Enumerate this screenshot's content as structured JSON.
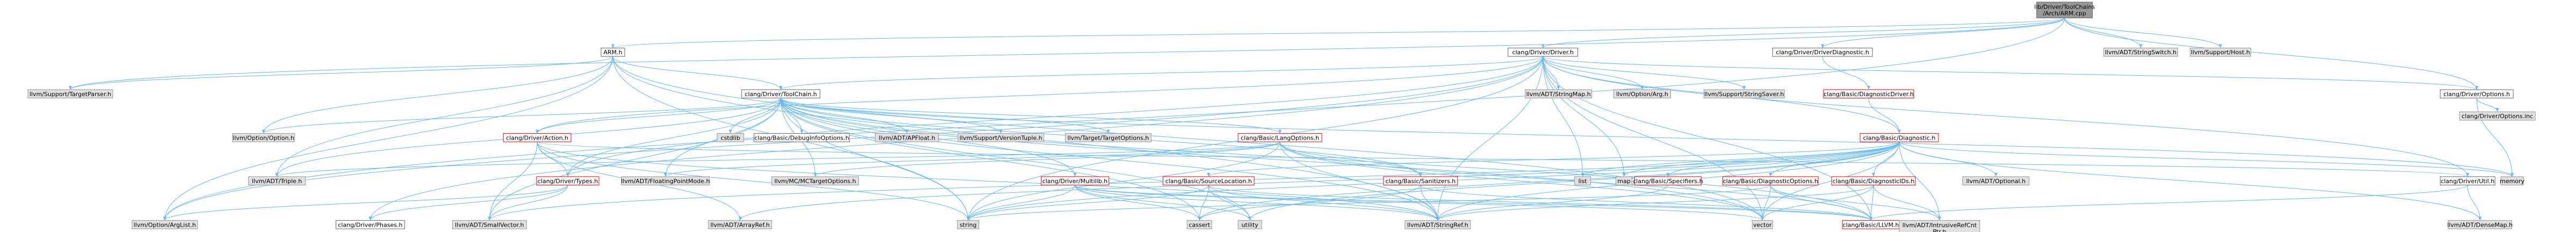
{
  "colors": {
    "root_fill": "#999999",
    "root_stroke": "#666666",
    "local_fill": "#ffffff",
    "local_stroke": "#ff0000",
    "leaf_fill": "#ffffff",
    "leaf_stroke": "#666666",
    "external_fill": "#e0e0e0",
    "external_stroke": "#999999",
    "edge": "#63b8ff",
    "text": "#000000"
  },
  "nodes": [
    {
      "id": "root",
      "label": "lib/Driver/ToolChains/Arch/ARM.cpp",
      "lines": [
        "lib/Driver/ToolChains",
        "/Arch/ARM.cpp"
      ],
      "kind": "root"
    },
    {
      "id": "arm_h",
      "label": "ARM.h",
      "kind": "leaf"
    },
    {
      "id": "driver_h",
      "label": "clang/Driver/Driver.h",
      "kind": "leaf"
    },
    {
      "id": "driverdiag_h",
      "label": "clang/Driver/DriverDiagnostic.h",
      "kind": "leaf"
    },
    {
      "id": "stringswitch_h",
      "label": "llvm/ADT/StringSwitch.h",
      "kind": "external"
    },
    {
      "id": "host_h",
      "label": "llvm/Support/Host.h",
      "kind": "external"
    },
    {
      "id": "targetparser_h",
      "label": "llvm/Support/TargetParser.h",
      "kind": "external"
    },
    {
      "id": "toolchain_h",
      "label": "clang/Driver/ToolChain.h",
      "kind": "leaf"
    },
    {
      "id": "stringmap_h",
      "label": "llvm/ADT/StringMap.h",
      "kind": "external"
    },
    {
      "id": "arg_h",
      "label": "llvm/Option/Arg.h",
      "kind": "external"
    },
    {
      "id": "stringsaver_h",
      "label": "llvm/Support/StringSaver.h",
      "kind": "external"
    },
    {
      "id": "diagdriver_h",
      "label": "clang/Basic/DiagnosticDriver.h",
      "kind": "local"
    },
    {
      "id": "options_h",
      "label": "clang/Driver/Options.h",
      "kind": "leaf"
    },
    {
      "id": "options_inc",
      "label": "clang/Driver/Options.inc",
      "kind": "external"
    },
    {
      "id": "option_h",
      "label": "llvm/Option/Option.h",
      "kind": "external"
    },
    {
      "id": "action_h",
      "label": "clang/Driver/Action.h",
      "kind": "local"
    },
    {
      "id": "cstdlib",
      "label": "cstdlib",
      "kind": "external"
    },
    {
      "id": "debuginfo_h",
      "label": "clang/Basic/DebugInfoOptions.h",
      "kind": "leaf"
    },
    {
      "id": "apfloat_h",
      "label": "llvm/ADT/APFloat.h",
      "kind": "external"
    },
    {
      "id": "versiontuple_h",
      "label": "llvm/Support/VersionTuple.h",
      "kind": "external"
    },
    {
      "id": "targetoptions_h",
      "label": "llvm/Target/TargetOptions.h",
      "kind": "external"
    },
    {
      "id": "langoptions_h",
      "label": "clang/Basic/LangOptions.h",
      "kind": "local"
    },
    {
      "id": "diagnostic_h",
      "label": "clang/Basic/Diagnostic.h",
      "kind": "local"
    },
    {
      "id": "triple_h",
      "label": "llvm/ADT/Triple.h",
      "kind": "external"
    },
    {
      "id": "types_h",
      "label": "clang/Driver/Types.h",
      "kind": "local"
    },
    {
      "id": "fpmode_h",
      "label": "llvm/ADT/FloatingPointMode.h",
      "kind": "external"
    },
    {
      "id": "mctarget_h",
      "label": "llvm/MC/MCTargetOptions.h",
      "kind": "external"
    },
    {
      "id": "multilib_h",
      "label": "clang/Driver/Multilib.h",
      "kind": "local"
    },
    {
      "id": "sourceloc_h",
      "label": "clang/Basic/SourceLocation.h",
      "kind": "local"
    },
    {
      "id": "sanitizers_h",
      "label": "clang/Basic/Sanitizers.h",
      "kind": "local"
    },
    {
      "id": "specifiers_h",
      "label": "clang/Basic/Specifiers.h",
      "kind": "local"
    },
    {
      "id": "diagoptions_h",
      "label": "clang/Basic/DiagnosticOptions.h",
      "kind": "local"
    },
    {
      "id": "diagids_h",
      "label": "clang/Basic/DiagnosticIDs.h",
      "kind": "local"
    },
    {
      "id": "optional_h",
      "label": "llvm/ADT/Optional.h",
      "kind": "external"
    },
    {
      "id": "util_h",
      "label": "clang/Driver/Util.h",
      "kind": "leaf"
    },
    {
      "id": "memory",
      "label": "memory",
      "kind": "external"
    },
    {
      "id": "list",
      "label": "list",
      "kind": "external"
    },
    {
      "id": "map",
      "label": "map",
      "kind": "external"
    },
    {
      "id": "arglist_h",
      "label": "llvm/Option/ArgList.h",
      "kind": "external"
    },
    {
      "id": "phases_h",
      "label": "clang/Driver/Phases.h",
      "kind": "leaf"
    },
    {
      "id": "smallvector_h",
      "label": "llvm/ADT/SmallVector.h",
      "kind": "external"
    },
    {
      "id": "arrayref_h",
      "label": "llvm/ADT/ArrayRef.h",
      "kind": "external"
    },
    {
      "id": "string",
      "label": "string",
      "kind": "external"
    },
    {
      "id": "cassert",
      "label": "cassert",
      "kind": "external"
    },
    {
      "id": "utility",
      "label": "utility",
      "kind": "external"
    },
    {
      "id": "stringref_h",
      "label": "llvm/ADT/StringRef.h",
      "kind": "external"
    },
    {
      "id": "vector",
      "label": "vector",
      "kind": "external"
    },
    {
      "id": "llvm_h",
      "label": "clang/Basic/LLVM.h",
      "kind": "local"
    },
    {
      "id": "refcnt_h",
      "label": "llvm/ADT/IntrusiveRefCntPtr.h",
      "lines": [
        "llvm/ADT/IntrusiveRefCnt",
        "Ptr.h"
      ],
      "kind": "external"
    },
    {
      "id": "densemap_h",
      "label": "llvm/ADT/DenseMap.h",
      "kind": "external"
    }
  ],
  "edges": [
    [
      "root",
      "arm_h"
    ],
    [
      "root",
      "driver_h"
    ],
    [
      "root",
      "driverdiag_h"
    ],
    [
      "root",
      "options_h"
    ],
    [
      "root",
      "stringswitch_h"
    ],
    [
      "root",
      "arglist_h"
    ],
    [
      "root",
      "host_h"
    ],
    [
      "root",
      "targetparser_h"
    ],
    [
      "arm_h",
      "toolchain_h"
    ],
    [
      "arm_h",
      "stringref_h"
    ],
    [
      "arm_h",
      "triple_h"
    ],
    [
      "arm_h",
      "arglist_h"
    ],
    [
      "arm_h",
      "option_h"
    ],
    [
      "arm_h",
      "targetparser_h"
    ],
    [
      "arm_h",
      "string"
    ],
    [
      "arm_h",
      "vector"
    ],
    [
      "driver_h",
      "diagnostic_h"
    ],
    [
      "driver_h",
      "llvm_h"
    ],
    [
      "driver_h",
      "action_h"
    ],
    [
      "driver_h",
      "options_h"
    ],
    [
      "driver_h",
      "phases_h"
    ],
    [
      "driver_h",
      "toolchain_h"
    ],
    [
      "driver_h",
      "types_h"
    ],
    [
      "driver_h",
      "util_h"
    ],
    [
      "driver_h",
      "stringmap_h"
    ],
    [
      "driver_h",
      "stringref_h"
    ],
    [
      "driver_h",
      "arg_h"
    ],
    [
      "driver_h",
      "arglist_h"
    ],
    [
      "driver_h",
      "stringsaver_h"
    ],
    [
      "driver_h",
      "list"
    ],
    [
      "driver_h",
      "map"
    ],
    [
      "driver_h",
      "string"
    ],
    [
      "driver_h",
      "vector"
    ],
    [
      "driverdiag_h",
      "diagdriver_h"
    ],
    [
      "toolchain_h",
      "debuginfo_h"
    ],
    [
      "toolchain_h",
      "langoptions_h"
    ],
    [
      "toolchain_h",
      "llvm_h"
    ],
    [
      "toolchain_h",
      "sanitizers_h"
    ],
    [
      "toolchain_h",
      "action_h"
    ],
    [
      "toolchain_h",
      "multilib_h"
    ],
    [
      "toolchain_h",
      "types_h"
    ],
    [
      "toolchain_h",
      "apfloat_h"
    ],
    [
      "toolchain_h",
      "fpmode_h"
    ],
    [
      "toolchain_h",
      "smallvector_h"
    ],
    [
      "toolchain_h",
      "stringref_h"
    ],
    [
      "toolchain_h",
      "triple_h"
    ],
    [
      "toolchain_h",
      "mctarget_h"
    ],
    [
      "toolchain_h",
      "option_h"
    ],
    [
      "toolchain_h",
      "versiontuple_h"
    ],
    [
      "toolchain_h",
      "targetoptions_h"
    ],
    [
      "toolchain_h",
      "cassert"
    ],
    [
      "toolchain_h",
      "cstdlib"
    ],
    [
      "toolchain_h",
      "memory"
    ],
    [
      "toolchain_h",
      "string"
    ],
    [
      "toolchain_h",
      "utility"
    ],
    [
      "toolchain_h",
      "vector"
    ],
    [
      "diagdriver_h",
      "diagnostic_h"
    ],
    [
      "options_h",
      "options_inc"
    ],
    [
      "options_h",
      "memory"
    ],
    [
      "action_h",
      "types_h"
    ],
    [
      "action_h",
      "util_h"
    ],
    [
      "action_h",
      "arrayref_h"
    ],
    [
      "action_h",
      "stringref_h"
    ],
    [
      "action_h",
      "smallvector_h"
    ],
    [
      "action_h",
      "string"
    ],
    [
      "langoptions_h",
      "llvm_h"
    ],
    [
      "langoptions_h",
      "sanitizers_h"
    ],
    [
      "langoptions_h",
      "triple_h"
    ],
    [
      "langoptions_h",
      "fpmode_h"
    ],
    [
      "langoptions_h",
      "stringref_h"
    ],
    [
      "langoptions_h",
      "mctarget_h"
    ],
    [
      "langoptions_h",
      "string"
    ],
    [
      "langoptions_h",
      "vector"
    ],
    [
      "diagnostic_h",
      "diagids_h"
    ],
    [
      "diagnostic_h",
      "diagoptions_h"
    ],
    [
      "diagnostic_h",
      "sourceloc_h"
    ],
    [
      "diagnostic_h",
      "specifiers_h"
    ],
    [
      "diagnostic_h",
      "arrayref_h"
    ],
    [
      "diagnostic_h",
      "densemap_h"
    ],
    [
      "diagnostic_h",
      "refcnt_h"
    ],
    [
      "diagnostic_h",
      "optional_h"
    ],
    [
      "diagnostic_h",
      "smallvector_h"
    ],
    [
      "diagnostic_h",
      "stringref_h"
    ],
    [
      "diagnostic_h",
      "cassert"
    ],
    [
      "diagnostic_h",
      "cstdint",
      "skip"
    ],
    [
      "diagnostic_h",
      "limits",
      "skip"
    ],
    [
      "diagnostic_h",
      "list"
    ],
    [
      "diagnostic_h",
      "map"
    ],
    [
      "diagnostic_h",
      "memory"
    ],
    [
      "diagnostic_h",
      "string"
    ],
    [
      "diagnostic_h",
      "utility"
    ],
    [
      "diagnostic_h",
      "vector"
    ],
    [
      "types_h",
      "phases_h"
    ],
    [
      "types_h",
      "smallvector_h"
    ],
    [
      "types_h",
      "arglist_h"
    ],
    [
      "multilib_h",
      "llvm_h"
    ],
    [
      "multilib_h",
      "stringmap_h",
      "skip"
    ],
    [
      "multilib_h",
      "stringref_h"
    ],
    [
      "multilib_h",
      "cassert"
    ],
    [
      "multilib_h",
      "string"
    ],
    [
      "multilib_h",
      "utility"
    ],
    [
      "multilib_h",
      "vector"
    ],
    [
      "sourceloc_h",
      "llvm_h"
    ],
    [
      "sourceloc_h",
      "stringref_h"
    ],
    [
      "sourceloc_h",
      "cassert"
    ],
    [
      "sourceloc_h",
      "string"
    ],
    [
      "sourceloc_h",
      "utility"
    ],
    [
      "sanitizers_h",
      "llvm_h"
    ],
    [
      "sanitizers_h",
      "stringref_h"
    ],
    [
      "sanitizers_h",
      "cassert"
    ],
    [
      "specifiers_h",
      "stringref_h"
    ],
    [
      "diagoptions_h",
      "llvm_h"
    ],
    [
      "diagoptions_h",
      "refcnt_h"
    ],
    [
      "diagoptions_h",
      "string"
    ],
    [
      "diagoptions_h",
      "vector"
    ],
    [
      "diagids_h",
      "llvm_h"
    ],
    [
      "diagids_h",
      "refcnt_h"
    ],
    [
      "diagids_h",
      "stringref_h"
    ],
    [
      "diagids_h",
      "vector"
    ],
    [
      "util_h",
      "llvm_h"
    ],
    [
      "util_h",
      "densemap_h"
    ],
    [
      "llvm_h",
      "arrayref_h",
      "skip"
    ]
  ]
}
